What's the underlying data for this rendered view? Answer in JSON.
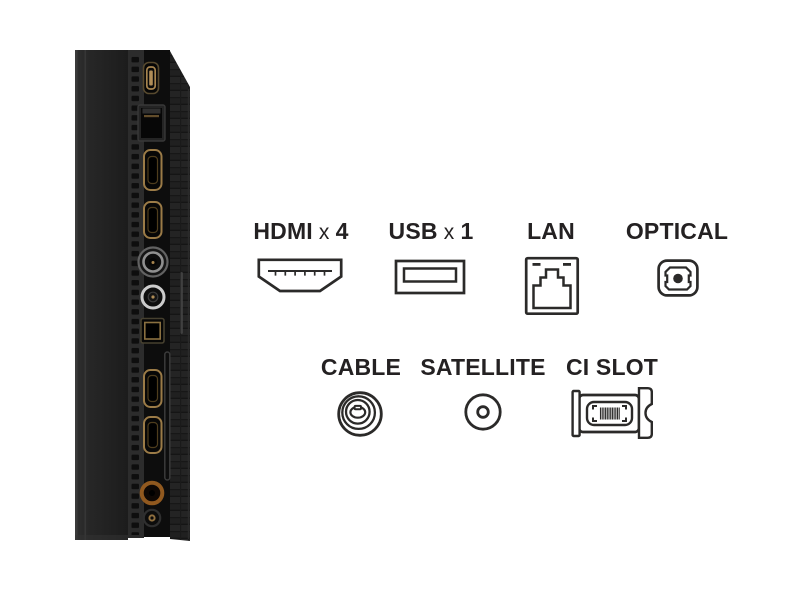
{
  "page": {
    "background": "#ffffff"
  },
  "photo": {
    "name": "tv-side-panel-photo",
    "ports_visible": [
      "usb-port",
      "lan-port",
      "hdmi-port",
      "hdmi-port",
      "antenna-coax-port",
      "satellite-coax-port",
      "optical-port",
      "hdmi-port",
      "hdmi-port",
      "composite-av-port",
      "headphone-jack"
    ]
  },
  "legend": {
    "row1": [
      {
        "name": "HDMI",
        "sep": " x ",
        "count": "4",
        "icon": "hdmi-connector-icon"
      },
      {
        "name": "USB",
        "sep": " x ",
        "count": "1",
        "icon": "usb-connector-icon"
      },
      {
        "name": "LAN",
        "sep": "",
        "count": "",
        "icon": "lan-port-icon"
      },
      {
        "name": "OPTICAL",
        "sep": "",
        "count": "",
        "icon": "optical-audio-icon"
      }
    ],
    "row2": [
      {
        "name": "CABLE",
        "sep": "",
        "count": "",
        "icon": "cable-coax-icon"
      },
      {
        "name": "SATELLITE",
        "sep": "",
        "count": "",
        "icon": "satellite-connector-icon"
      },
      {
        "name": "CI SLOT",
        "sep": "",
        "count": "",
        "icon": "ci-slot-icon"
      }
    ]
  },
  "colors": {
    "background": "#ffffff",
    "label_text": "#242122",
    "icon_stroke": "#2b2a29",
    "tv_body_dark": "#0d0d0d",
    "tv_body_mid": "#262626",
    "connector_gold": "#a8854f",
    "composite_orange": "#91591f"
  }
}
